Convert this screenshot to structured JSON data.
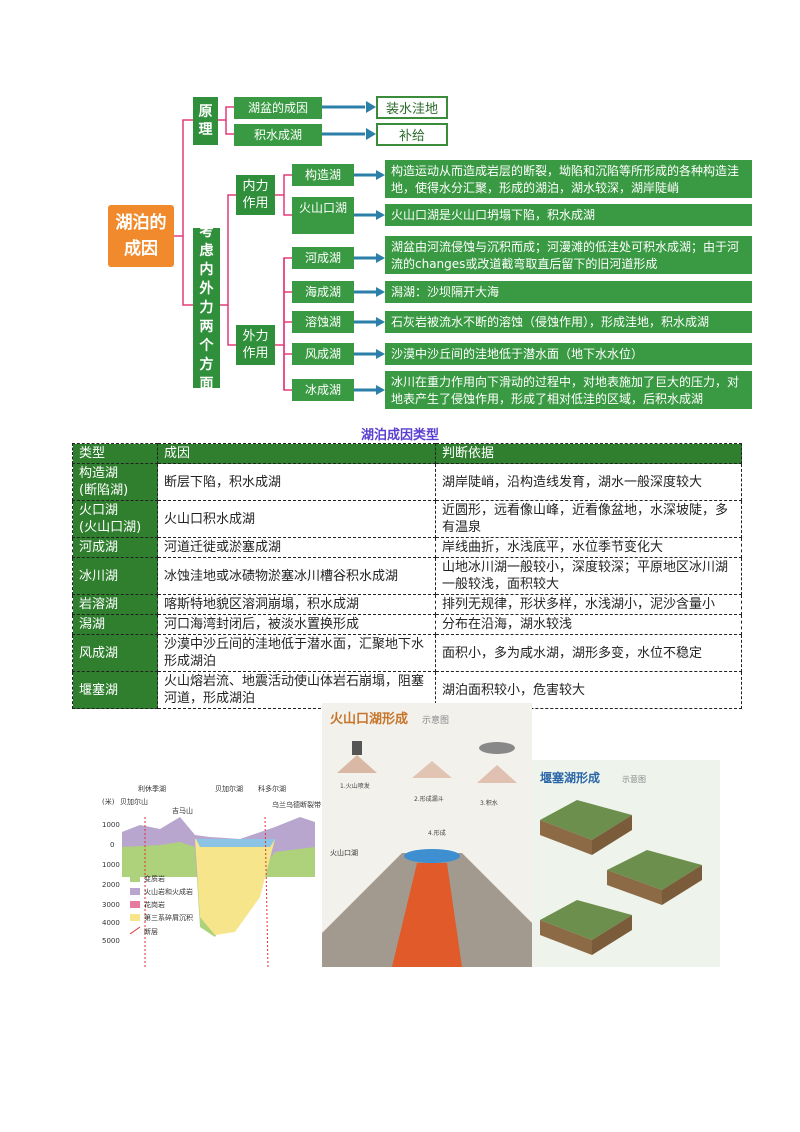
{
  "mindmap": {
    "root": "湖泊的成因",
    "principle": "原理",
    "principle_items": [
      {
        "label": "湖盆的成因",
        "result": "装水洼地"
      },
      {
        "label": "积水成湖",
        "result": "补给"
      }
    ],
    "forces": "考虑内外力两个方面",
    "internal": "内力作用",
    "internal_items": [
      {
        "label": "构造湖",
        "desc": "构造运动从而造成岩层的断裂，坳陷和沉陷等所形成的各种构造洼地，使得水分汇聚，形成的湖泊，湖水较深，湖岸陡峭"
      },
      {
        "label": "火山口湖",
        "desc": "火山口湖是火山口坍塌下陷，积水成湖"
      }
    ],
    "external": "外力作用",
    "external_items": [
      {
        "label": "河成湖",
        "desc": "湖盆由河流侵蚀与沉积而成；河漫滩的低洼处可积水成湖；由于河流的changes或改道截弯取直后留下的旧河道形成"
      },
      {
        "label": "海成湖",
        "desc": "潟湖：沙坝隔开大海"
      },
      {
        "label": "溶蚀湖",
        "desc": "石灰岩被流水不断的溶蚀（侵蚀作用），形成洼地，积水成湖"
      },
      {
        "label": "风成湖",
        "desc": "沙漠中沙丘间的洼地低于潜水面（地下水水位）"
      },
      {
        "label": "冰成湖",
        "desc": "冰川在重力作用向下滑动的过程中，对地表施加了巨大的压力，对地表产生了侵蚀作用，形成了相对低洼的区域，后积水成湖"
      }
    ]
  },
  "table_caption": "湖泊成因类型",
  "table": {
    "headers": [
      "类型",
      "成因",
      "判断依据"
    ],
    "rows": [
      [
        "构造湖\n(断陷湖)",
        "断层下陷，积水成湖",
        "湖岸陡峭，沿构造线发育，湖水一般深度较大"
      ],
      [
        "火口湖\n(火山口湖)",
        "火山口积水成湖",
        "近圆形，远看像山峰，近看像盆地，水深坡陡，多有温泉"
      ],
      [
        "河成湖",
        "河道迁徙或淤塞成湖",
        "岸线曲折，水浅底平，水位季节变化大"
      ],
      [
        "冰川湖",
        "冰蚀洼地或冰碛物淤塞冰川槽谷积水成湖",
        "山地冰川湖一般较小，深度较深；平原地区冰川湖一般较浅，面积较大"
      ],
      [
        "岩溶湖",
        "喀斯特地貌区溶洞崩塌，积水成湖",
        "排列无规律，形状多样，水浅湖小，泥沙含量小"
      ],
      [
        "潟湖",
        "河口海湾封闭后，被淡水置换形成",
        "分布在沿海，湖水较浅"
      ],
      [
        "风成湖",
        "沙漠中沙丘间的洼地低于潜水面，汇聚地下水形成湖泊",
        "面积小，多为咸水湖，湖形多变，水位不稳定"
      ],
      [
        "堰塞湖",
        "火山熔岩流、地震活动使山体岩石崩塌，阻塞河道，形成湖泊",
        "湖泊面积较小，危害较大"
      ]
    ]
  },
  "images": {
    "section": {
      "labels": [
        "利休季湖",
        "贝加尔湖",
        "科多尔湖",
        "贝加尔山",
        "吉马山",
        "乌兰乌德断裂带"
      ],
      "axis": [
        "1000",
        "0",
        "1000",
        "2000",
        "3000",
        "4000",
        "5000"
      ],
      "axis_unit": "(米)",
      "legend": [
        "变质岩",
        "火山岩和火成岩",
        "花岗岩",
        "第三系碎屑沉积",
        "断层"
      ]
    },
    "volcano": {
      "title": "火山口湖形成",
      "subtitle": "示意图",
      "steps": [
        "1.火山喷发",
        "2.形成漏斗",
        "3.积水",
        "4.形成"
      ],
      "label": "火山口湖"
    },
    "dammed": {
      "title": "堰塞湖形成",
      "subtitle": "示意图"
    }
  },
  "colors": {
    "green": "#2f8f3a",
    "orange": "#f08a2c",
    "line": "#e23c7a",
    "arrow": "#2b7fa8"
  }
}
